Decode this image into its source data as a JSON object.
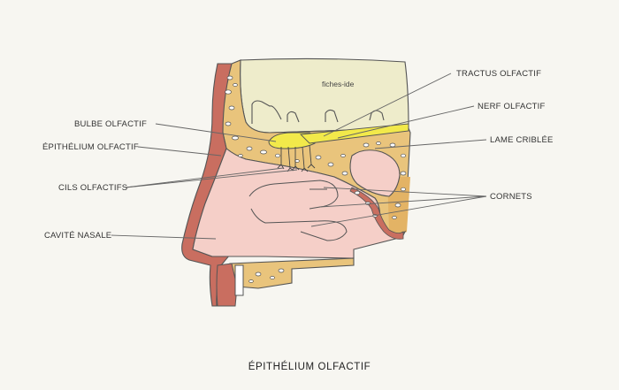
{
  "title": "ÉPITHÉLIUM OLFACTIF",
  "watermark": "fiches-ide",
  "labels": {
    "tractus": "TRACTUS OLFACTIF",
    "nerf": "NERF OLFACTIF",
    "lame": "LAME CRIBLÉE",
    "cornets": "CORNETS",
    "bulbe": "BULBE OLFACTIF",
    "epithelium": "ÉPITHÉLIUM OLFACTIF",
    "cils": "CILS OLFACTIFS",
    "cavite": "CAVITÉ NASALE"
  },
  "colors": {
    "background": "#f7f6f1",
    "brain": "#eeeccb",
    "bone": "#e9c47c",
    "skin": "#c96e60",
    "cavity": "#f5cfc8",
    "nerve": "#f2e94a"
  }
}
